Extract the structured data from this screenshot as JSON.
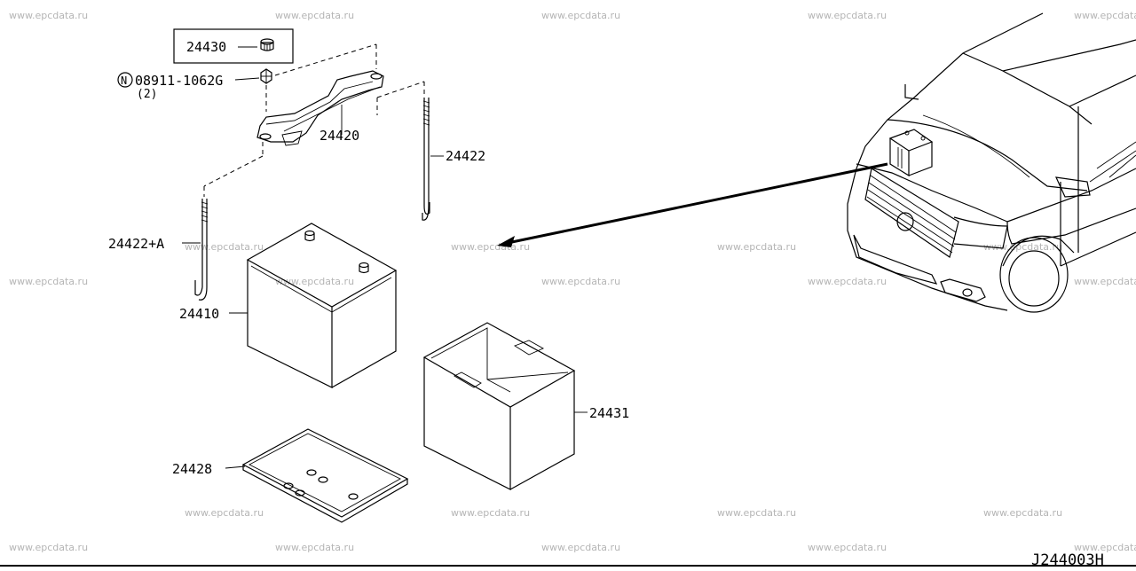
{
  "watermark": "www.epcdata.ru",
  "diagram_code": "J244003H",
  "parts": {
    "cap": "24430",
    "nut": "08911-1062G",
    "nut_prefix": "N",
    "nut_qty": "(2)",
    "clamp": "24420",
    "rod_right": "24422",
    "rod_left": "24422+A",
    "battery": "24410",
    "tray": "24428",
    "cover": "24431"
  }
}
